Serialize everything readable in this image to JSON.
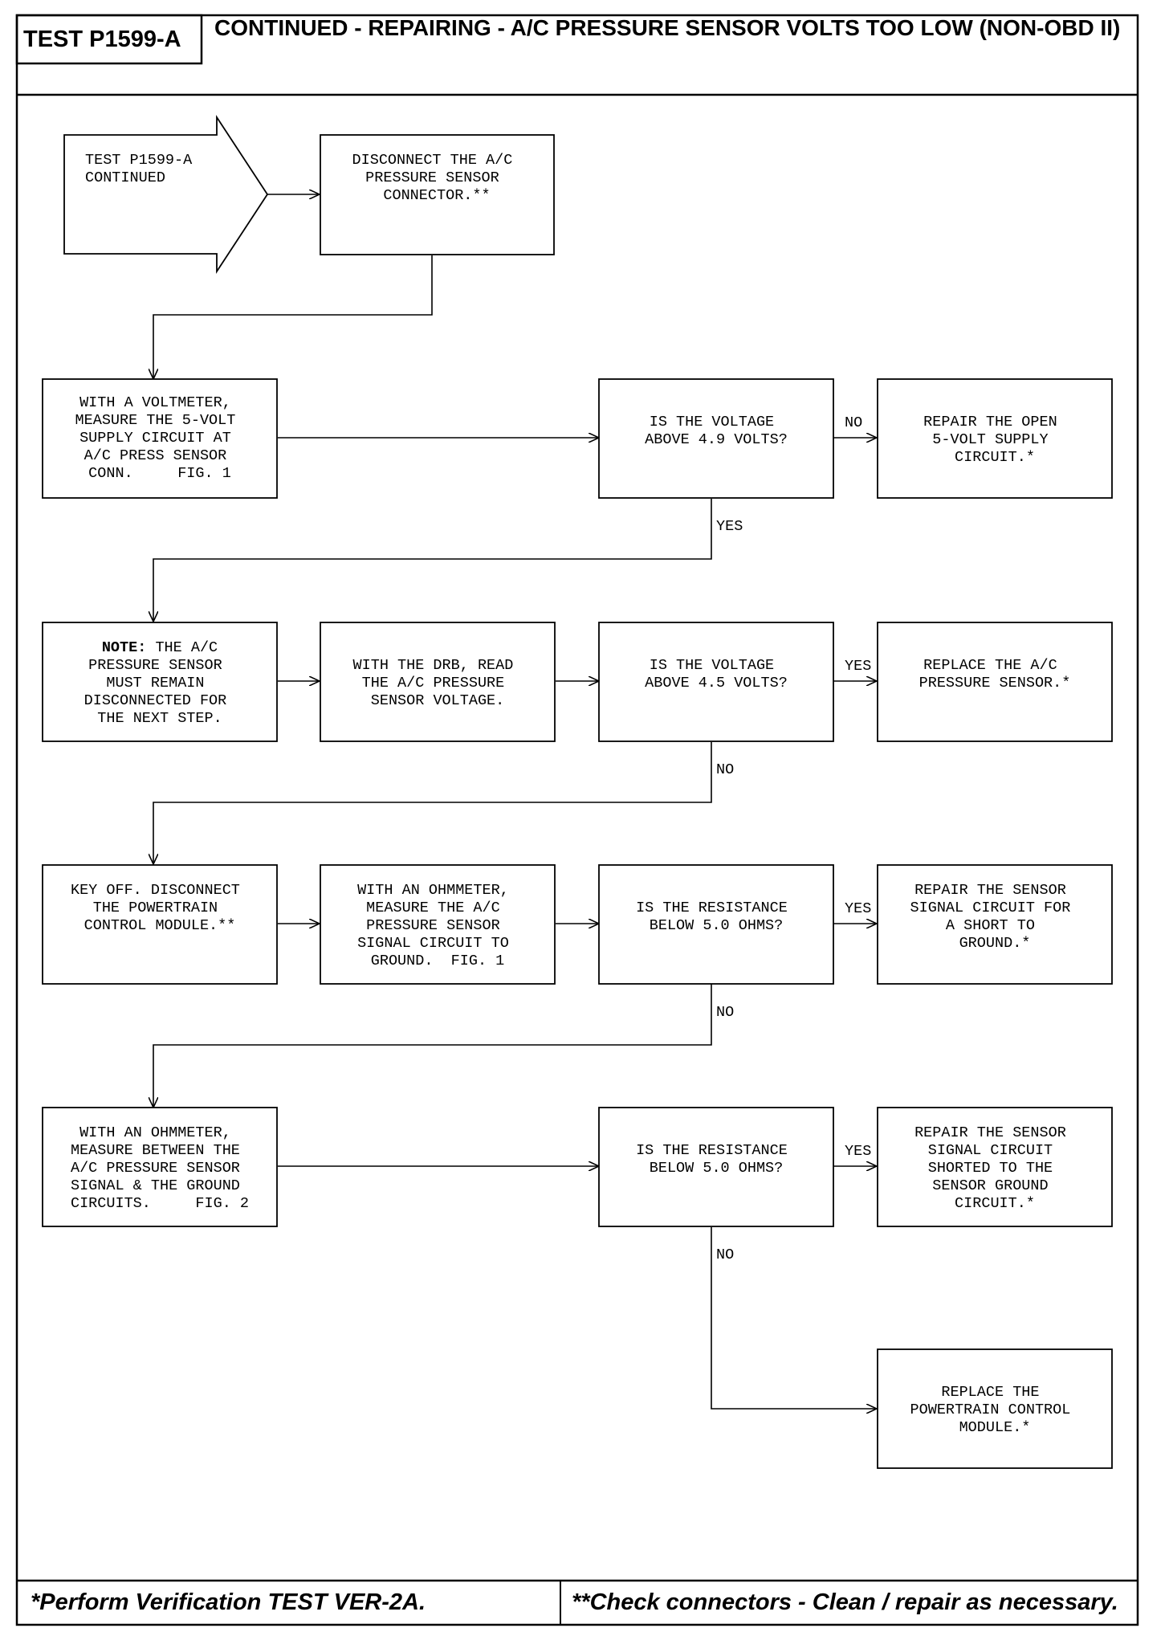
{
  "header": {
    "test_id": "TEST P1599-A",
    "title": "CONTINUED - REPAIRING - A/C PRESSURE SENSOR VOLTS TOO LOW (NON-OBD II)"
  },
  "footer": {
    "left": "*Perform Verification TEST VER-2A.",
    "right": "**Check connectors - Clean / repair as necessary."
  },
  "flowchart": {
    "start": [
      "TEST P1599-A",
      "CONTINUED"
    ],
    "step_disconnect_sensor": [
      "DISCONNECT THE A/C",
      "PRESSURE SENSOR",
      "CONNECTOR.**"
    ],
    "step_measure_5v": [
      "WITH A VOLTMETER,",
      "MEASURE THE 5-VOLT",
      "SUPPLY CIRCUIT AT",
      "A/C PRESS SENSOR",
      "CONN.     FIG. 1"
    ],
    "decision_voltage_49": [
      "IS THE VOLTAGE",
      "ABOVE 4.9 VOLTS?"
    ],
    "result_repair_open_supply": [
      "REPAIR THE OPEN",
      "5-VOLT SUPPLY",
      "CIRCUIT.*"
    ],
    "note_bold": "NOTE:",
    "note_first_rest": " THE A/C",
    "note_lines": [
      "PRESSURE SENSOR",
      "MUST REMAIN",
      "DISCONNECTED FOR",
      "THE NEXT STEP."
    ],
    "step_drb_read": [
      "WITH THE DRB, READ",
      "THE A/C PRESSURE",
      "SENSOR VOLTAGE."
    ],
    "decision_voltage_45": [
      "IS THE VOLTAGE",
      "ABOVE 4.5 VOLTS?"
    ],
    "result_replace_sensor": [
      "REPLACE THE A/C",
      "PRESSURE SENSOR.*"
    ],
    "step_key_off": [
      "KEY OFF. DISCONNECT",
      "THE POWERTRAIN",
      "CONTROL MODULE.**"
    ],
    "step_ohm_signal_ground": [
      "WITH AN OHMMETER,",
      "MEASURE THE A/C",
      "PRESSURE SENSOR",
      "SIGNAL CIRCUIT TO",
      "GROUND.  FIG. 1"
    ],
    "decision_resistance_1": [
      "IS THE RESISTANCE",
      "BELOW 5.0 OHMS?"
    ],
    "result_repair_short_ground": [
      "REPAIR THE SENSOR",
      "SIGNAL CIRCUIT FOR",
      "A SHORT TO",
      "GROUND.*"
    ],
    "step_ohm_between": [
      "WITH AN OHMMETER,",
      "MEASURE BETWEEN THE",
      "A/C PRESSURE SENSOR",
      "SIGNAL & THE GROUND",
      "CIRCUITS.     FIG. 2"
    ],
    "decision_resistance_2": [
      "IS THE RESISTANCE",
      "BELOW 5.0 OHMS?"
    ],
    "result_repair_shorted_sensor_ground": [
      "REPAIR THE SENSOR",
      "SIGNAL CIRCUIT",
      "SHORTED TO THE",
      "SENSOR GROUND",
      "CIRCUIT.*"
    ],
    "result_replace_pcm": [
      "REPLACE THE",
      "POWERTRAIN CONTROL",
      "MODULE.*"
    ],
    "labels": {
      "no": "NO",
      "yes": "YES"
    }
  }
}
